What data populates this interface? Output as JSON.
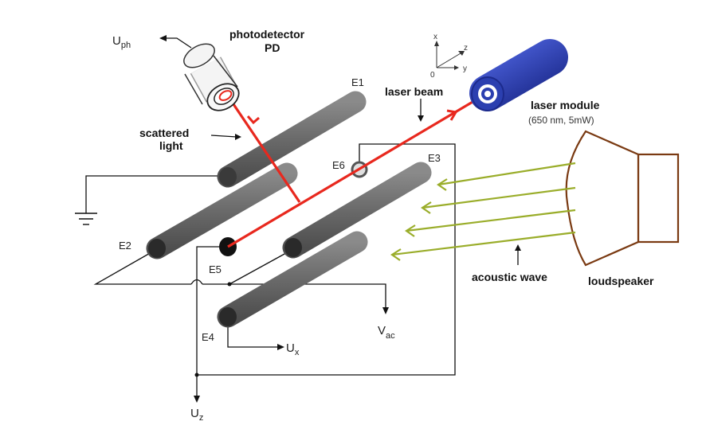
{
  "labels": {
    "photodetector_line1": "photodetector",
    "photodetector_line2": "PD",
    "uph_main": "U",
    "uph_sub": "ph",
    "scattered_line1": "scattered",
    "scattered_line2": "light",
    "laser_beam": "laser beam",
    "laser_module": "laser module",
    "laser_spec": "(650 nm, 5mW)",
    "acoustic_wave": "acoustic wave",
    "loudspeaker": "loudspeaker",
    "e1": "E1",
    "e2": "E2",
    "e3": "E3",
    "e4": "E4",
    "e5": "E5",
    "e6": "E6",
    "vac_main": "V",
    "vac_sub": "ac",
    "ux_main": "U",
    "ux_sub": "x",
    "uz_main": "U",
    "uz_sub": "z",
    "axis_x": "x",
    "axis_y": "y",
    "axis_z": "z",
    "axis_origin": "0"
  },
  "colors": {
    "electrode": "#666666",
    "electrode_end": "#2a2a2a",
    "laser": "#e8281e",
    "laser_module": "#2b3fb0",
    "acoustic": "#9aad2a",
    "speaker": "#7a3a12"
  }
}
